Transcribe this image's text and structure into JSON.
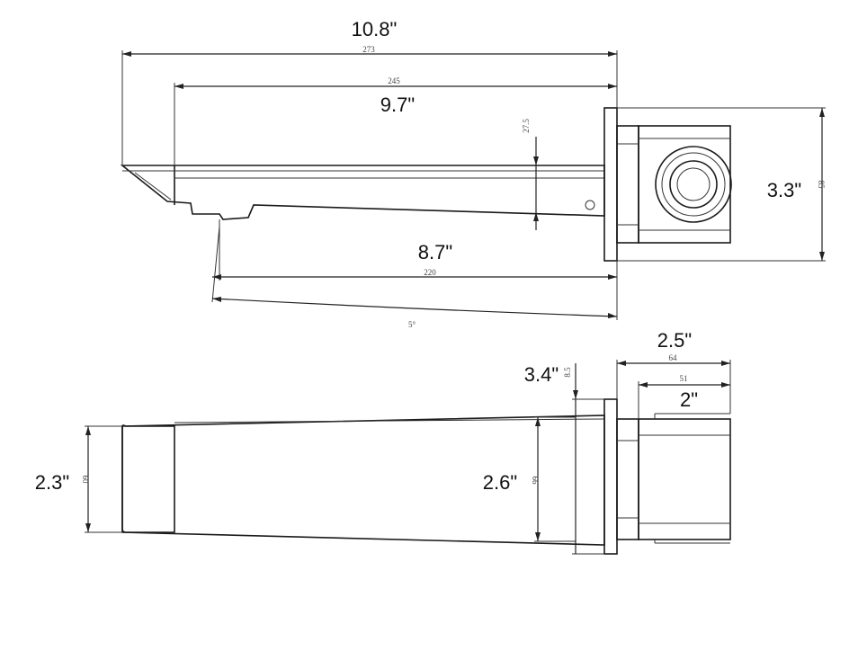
{
  "top_view": {
    "overall_length_in": "10.8\"",
    "overall_length_mm": "273",
    "spout_length_in": "9.7\"",
    "spout_length_mm": "245",
    "projection_in": "8.7\"",
    "projection_mm": "220",
    "angle": "5°",
    "plate_height_in": "3.3\"",
    "plate_height_mm": "85",
    "drop_mm": "27.5"
  },
  "side_view": {
    "depth_in": "2.5\"",
    "depth_mm": "64",
    "body_depth_in": "2\"",
    "body_depth_mm": "51",
    "plate_thickness_in": "3.4\"",
    "plate_thickness_mm": "8.5",
    "spout_end_height_in": "2.3\"",
    "spout_end_height_mm": "60",
    "spout_base_height_in": "2.6\"",
    "spout_base_height_mm": "66"
  }
}
